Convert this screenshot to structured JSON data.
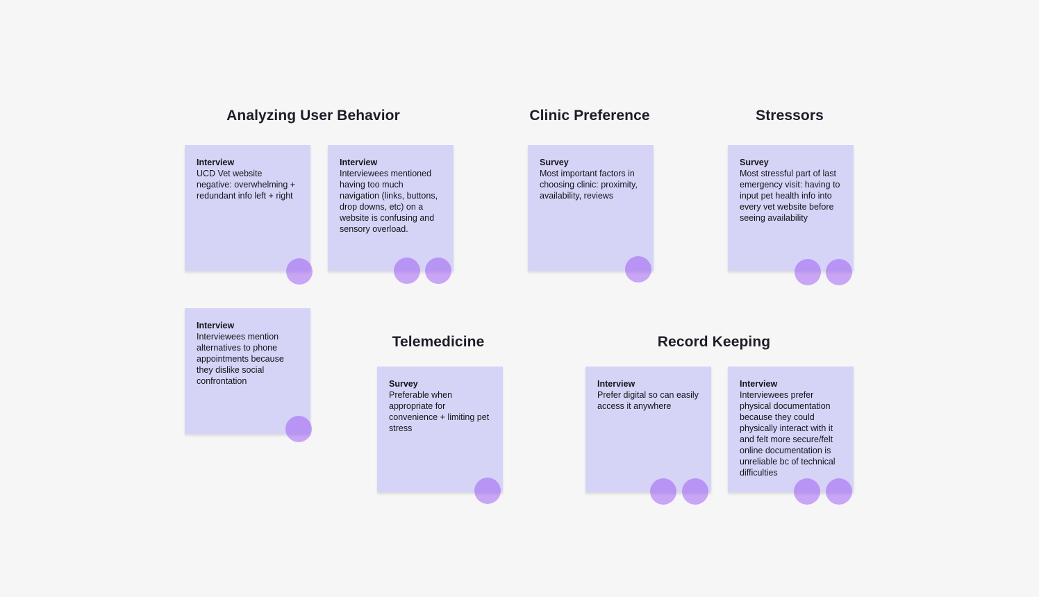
{
  "app": {
    "view": "whiteboard-affinity-map"
  },
  "colors": {
    "background": "#f6f6f7",
    "note_fill": "#d5d4f7",
    "stamp_fill": "rgba(156,84,244,0.5)",
    "title_color": "#1d1d28",
    "text_color": "#141419"
  },
  "sections": [
    {
      "title": "Analyzing User Behavior"
    },
    {
      "title": "Clinic Preference"
    },
    {
      "title": "Stressors"
    },
    {
      "title": "Telemedicine"
    },
    {
      "title": "Record Keeping"
    }
  ],
  "notes": [
    {
      "section": "Analyzing User Behavior",
      "label": "Interview",
      "body": "UCD Vet website negative: overwhelming + redundant info left + right",
      "stamp_count": 1
    },
    {
      "section": "Analyzing User Behavior",
      "label": "Interview",
      "body": "Interviewees mentioned having too much navigation (links, buttons, drop downs, etc) on a website is confusing and sensory overload.",
      "stamp_count": 2
    },
    {
      "section": "Clinic Preference",
      "label": "Survey",
      "body": "Most important factors in choosing clinic: proximity, availability, reviews",
      "stamp_count": 1
    },
    {
      "section": "Stressors",
      "label": "Survey",
      "body": "Most stressful part of last emergency visit: having to input pet health info into every vet website before seeing availability",
      "stamp_count": 2
    },
    {
      "section": "Analyzing User Behavior",
      "label": "Interview",
      "body": "Interviewees mention alternatives to phone appointments because they dislike social confrontation",
      "stamp_count": 1
    },
    {
      "section": "Telemedicine",
      "label": "Survey",
      "body": "Preferable when appropriate for convenience + limiting pet stress",
      "stamp_count": 1
    },
    {
      "section": "Record Keeping",
      "label": "Interview",
      "body": "Prefer digital so can easily access it anywhere",
      "stamp_count": 2
    },
    {
      "section": "Record Keeping",
      "label": "Interview",
      "body": "Interviewees prefer physical documentation because they could physically interact with it and felt more secure/felt online documentation is unreliable bc of technical difficulties",
      "stamp_count": 2
    }
  ]
}
